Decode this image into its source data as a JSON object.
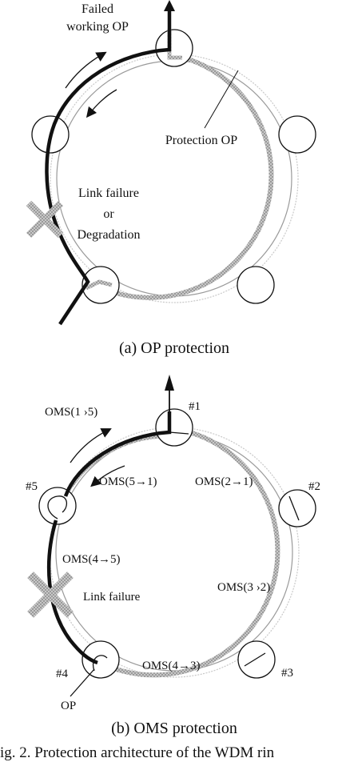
{
  "diagram_a": {
    "label_failed": "Failed",
    "label_working": "working OP",
    "label_protection": "Protection OP",
    "label_link_failure": "Link failure",
    "label_or": "or",
    "label_degradation": "Degradation",
    "caption": "(a) OP protection"
  },
  "diagram_b": {
    "label_oms_1_5": "OMS(1  ›5)",
    "label_oms_5_1": "OMS(5→1)",
    "label_oms_2_1": "OMS(2→1)",
    "label_oms_4_5": "OMS(4→5)",
    "label_oms_3_2": "OMS(3  ›2)",
    "label_oms_4_3": "OMS(4→3)",
    "label_link_failure": "Link failure",
    "label_op": "OP",
    "node_1": "#1",
    "node_2": "#2",
    "node_3": "#3",
    "node_4": "#4",
    "node_5": "#5",
    "caption": "(b) OMS protection"
  },
  "figure": {
    "caption": "ig. 2.   Protection architecture of the WDM rin"
  },
  "colors": {
    "line": "#111111",
    "ring": "#8a8a8a",
    "protection": "#b5b5b5",
    "failure_mark": "#9a9a9a"
  }
}
